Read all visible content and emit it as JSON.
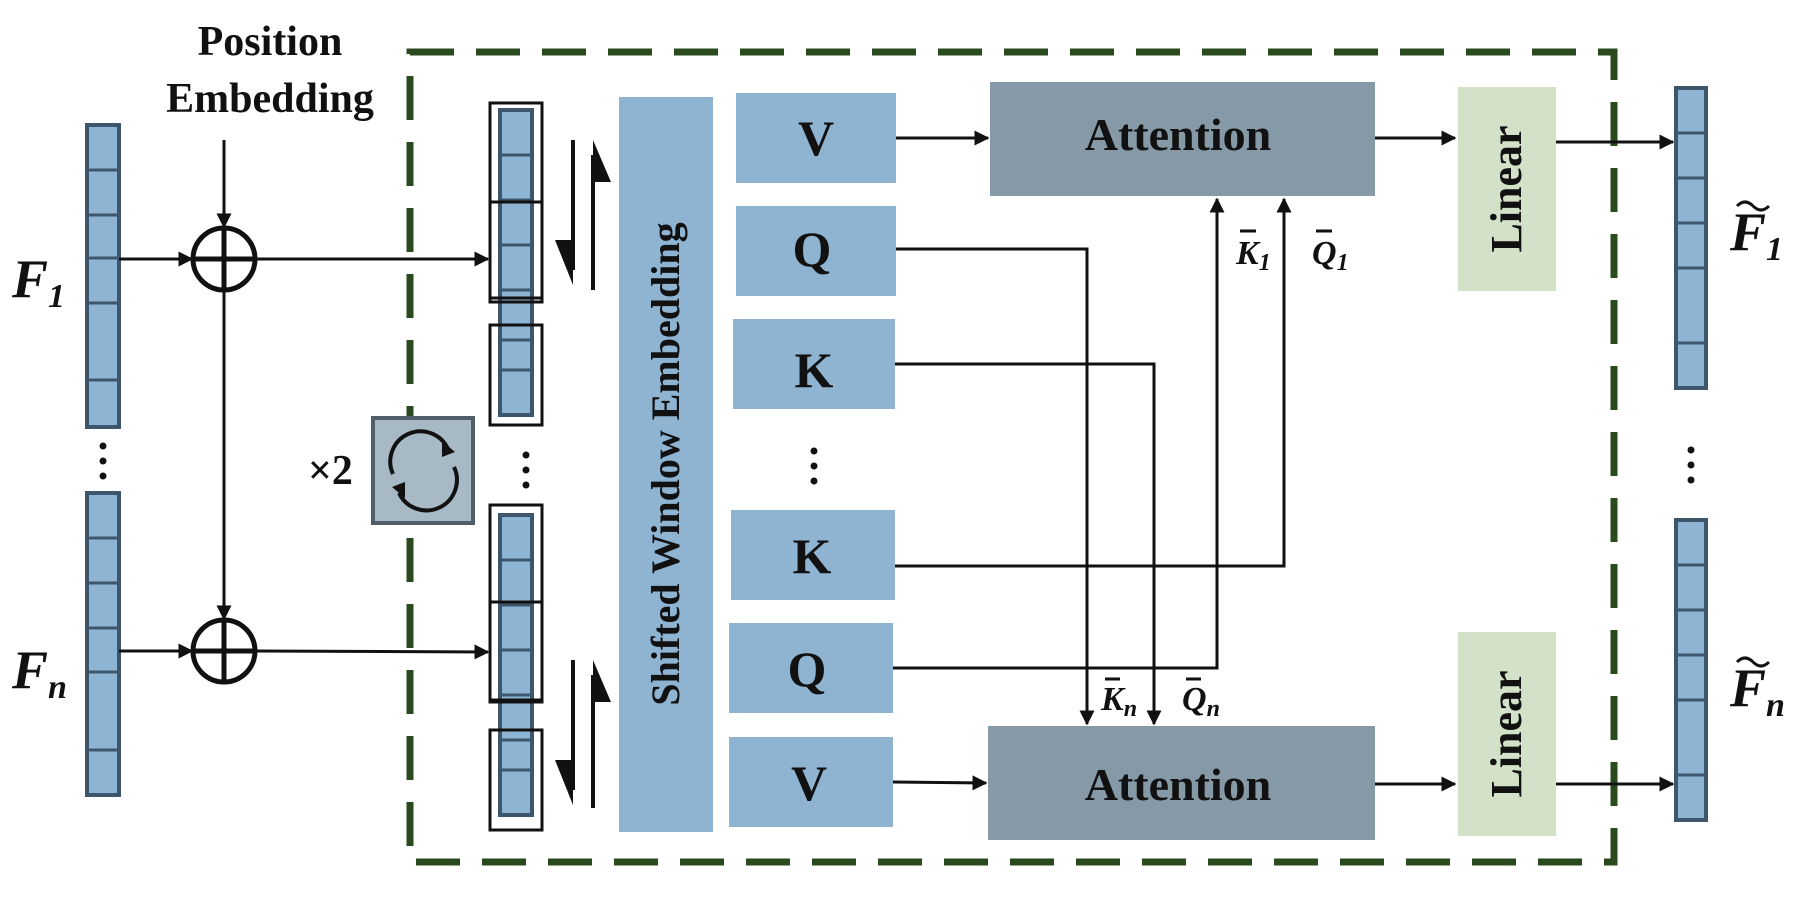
{
  "inputs": {
    "f1_letter": "F",
    "f1_sub": "1",
    "fn_letter": "F",
    "fn_sub": "n"
  },
  "position_embedding": {
    "line1": "Position",
    "line2": "Embedding"
  },
  "repeat_label": "×2",
  "shifted_window_label": "Shifted Window Embedding",
  "qkv_top": {
    "v": "V",
    "q": "Q",
    "k": "K"
  },
  "qkv_bottom": {
    "k": "K",
    "q": "Q",
    "v": "V"
  },
  "attention_label": "Attention",
  "linear_label": "Linear",
  "cross_labels": {
    "k1_letter": "K",
    "k1_sub": "1",
    "q1_letter": "Q",
    "q1_sub": "1",
    "kn_letter": "K",
    "kn_sub": "n",
    "qn_letter": "Q",
    "qn_sub": "n"
  },
  "outputs": {
    "f1_letter": "F",
    "f1_sub": "1",
    "fn_letter": "F",
    "fn_sub": "n"
  },
  "colors": {
    "token": "#8db5d3",
    "box_light": "#8eb4d2",
    "attention": "#8599a6",
    "linear": "#d3e1c8",
    "dashed_border": "#2a4a1e"
  }
}
